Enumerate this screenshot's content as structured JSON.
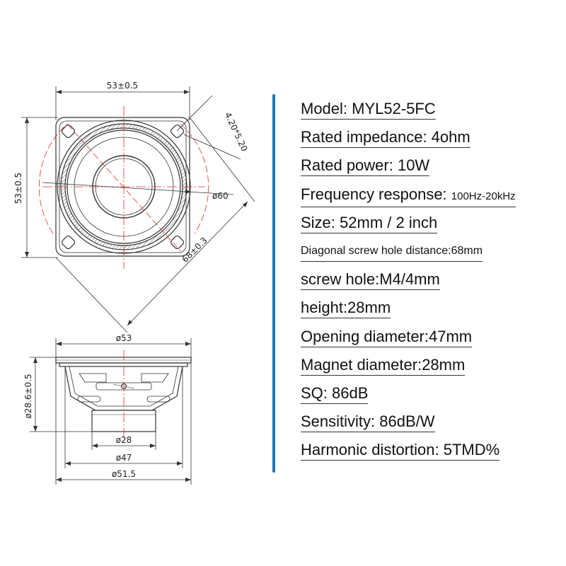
{
  "specs": [
    {
      "label": "Model: MYL52-5FC"
    },
    {
      "label": "Rated impedance: 4ohm"
    },
    {
      "label": "Rated power: 10W"
    },
    {
      "label": "Frequency response: ",
      "suffix": "100Hz-20kHz"
    },
    {
      "label": "Size: 52mm / 2 inch"
    },
    {
      "label": "Diagonal screw hole distance:68mm",
      "small": true
    },
    {
      "label": "screw hole:M4/4mm"
    },
    {
      "label": "height:28mm"
    },
    {
      "label": "Opening diameter:47mm"
    },
    {
      "label": "Magnet diameter:28mm"
    },
    {
      "label": "SQ: 86dB"
    },
    {
      "label": "Sensitivity: 86dB/W"
    },
    {
      "label": "Harmonic distortion: 5TMD%"
    }
  ],
  "dimensions": {
    "top_width": "53±0.5",
    "left_height": "53±0.5",
    "hole": "4.20*5.20",
    "circle": "ø60",
    "diagonal": "68±0.3",
    "side_top": "ø53",
    "side_height": "ø28.6±0.5",
    "magnet": "ø28",
    "opening": "ø47",
    "base": "ø51.5"
  },
  "colors": {
    "divider": "#1a78bd",
    "centerline": "#e03030",
    "line": "#333333"
  }
}
